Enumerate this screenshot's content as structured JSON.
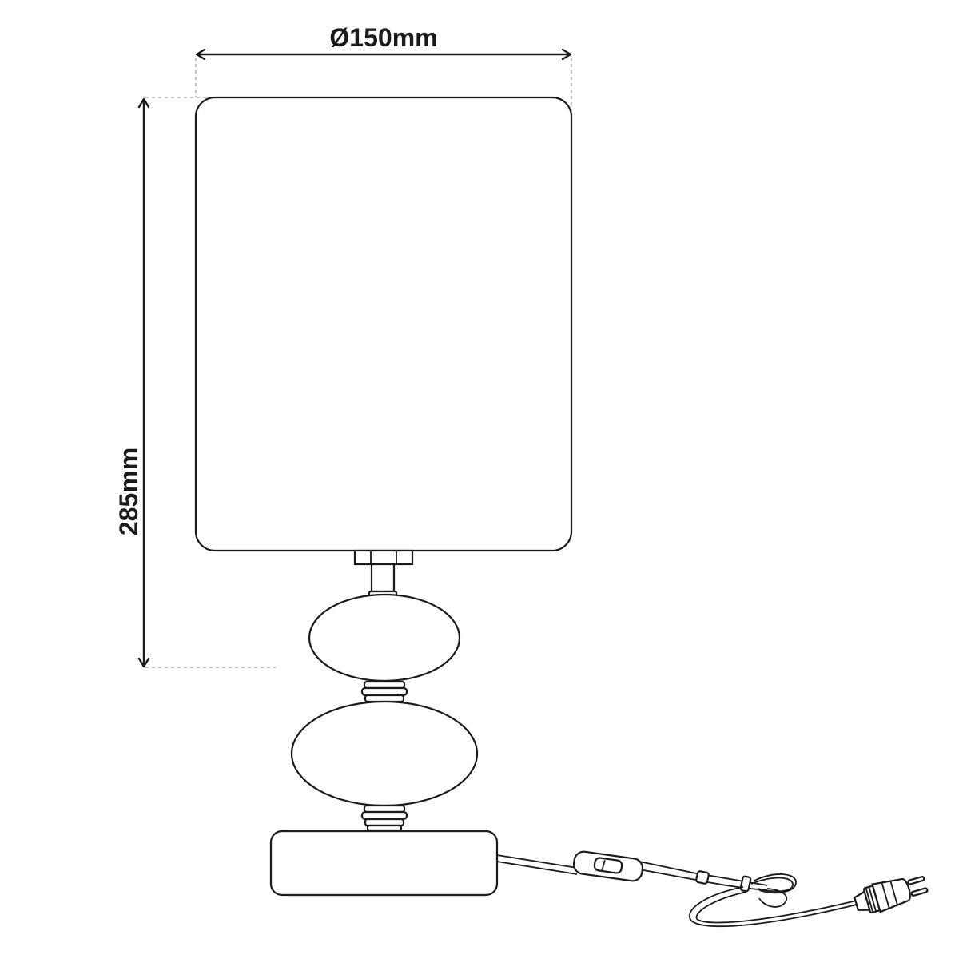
{
  "dimensions": {
    "diameter_label": "Ø150mm",
    "height_label": "285mm"
  },
  "colors": {
    "line": "#1a1a1a",
    "extension_line": "#8a8a8a",
    "background": "#ffffff"
  },
  "parts": [
    "lamp-shade",
    "neck",
    "upper-ceramic-ball",
    "lower-ceramic-ball",
    "base",
    "cable",
    "inline-switch",
    "plug"
  ]
}
